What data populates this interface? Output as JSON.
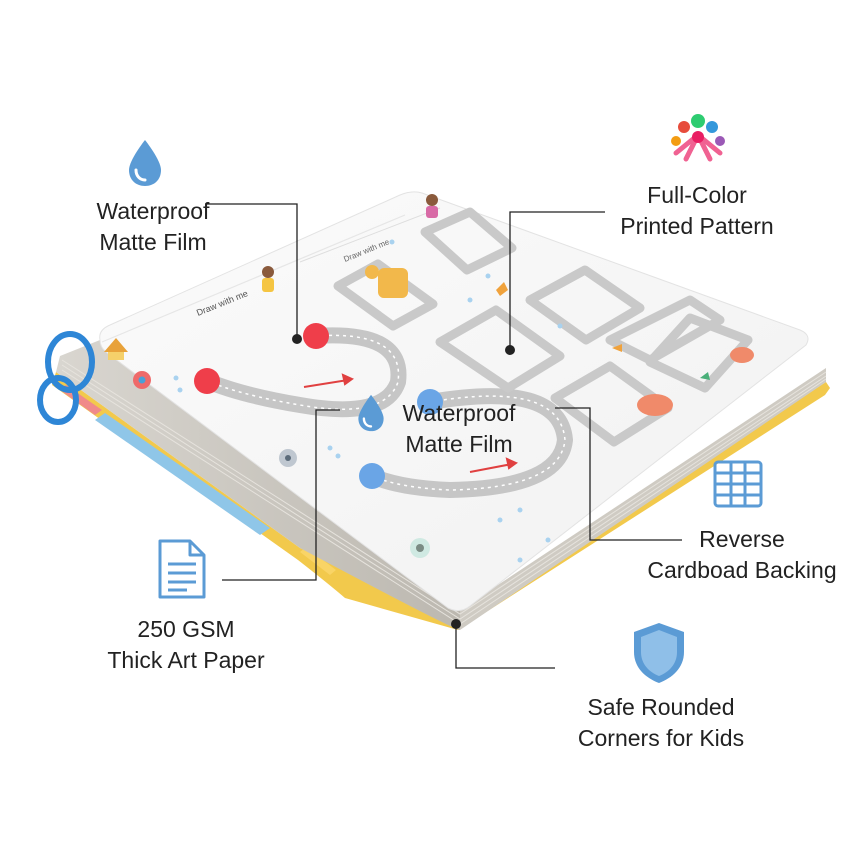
{
  "callouts": {
    "waterproof_top": {
      "line1": "Waterproof",
      "line2": "Matte Film",
      "icon": "water-drop-icon"
    },
    "full_color": {
      "line1": "Full-Color",
      "line2": "Printed Pattern",
      "icon": "color-palette-icon"
    },
    "waterproof_mid": {
      "line1": "Waterproof",
      "line2": "Matte Film",
      "icon": "water-drop-icon"
    },
    "reverse_backing": {
      "line1": "Reverse",
      "line2": "Cardboad Backing",
      "icon": "cardboard-layers-icon"
    },
    "art_paper": {
      "line1": "250 GSM",
      "line2": "Thick Art Paper",
      "icon": "document-icon"
    },
    "rounded_corners": {
      "line1": "Safe Rounded",
      "line2": "Corners for Kids",
      "icon": "shield-icon"
    }
  },
  "book": {
    "page_heading": "Draw with me",
    "page_heading_2": "Draw with me"
  },
  "colors": {
    "accent_blue": "#5b9bd5",
    "ring_blue": "#2e86d6",
    "line": "#222222",
    "track": "#bfbfbf",
    "dot_red": "#ef3e4a",
    "dot_blue": "#6aa5e6"
  }
}
